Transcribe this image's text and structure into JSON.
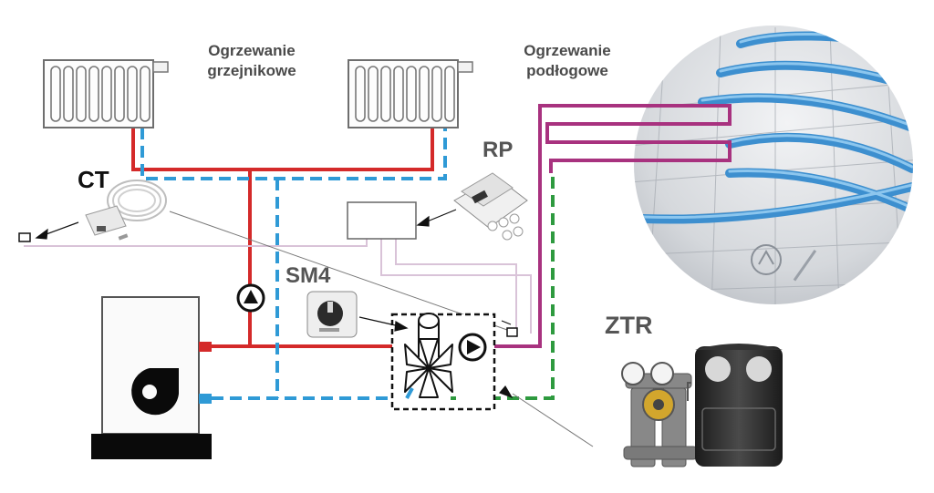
{
  "labels": {
    "radiator_heating_line1": "Ogrzewanie",
    "radiator_heating_line2": "grzejnikowe",
    "floor_heating_line1": "Ogrzewanie",
    "floor_heating_line2": "podłogowe",
    "room_thermostat": "CT",
    "room_panel": "RP",
    "mixing_module": "SM4",
    "mixing_group": "ZTR"
  },
  "colors": {
    "supply_hot": "#d42a2a",
    "return_cold": "#2f9ad6",
    "floor_supply": "#a8327f",
    "floor_return": "#2e9a3f",
    "signal_wire": "#d9c3d8",
    "floor_pipe": "#5aa8dc"
  }
}
